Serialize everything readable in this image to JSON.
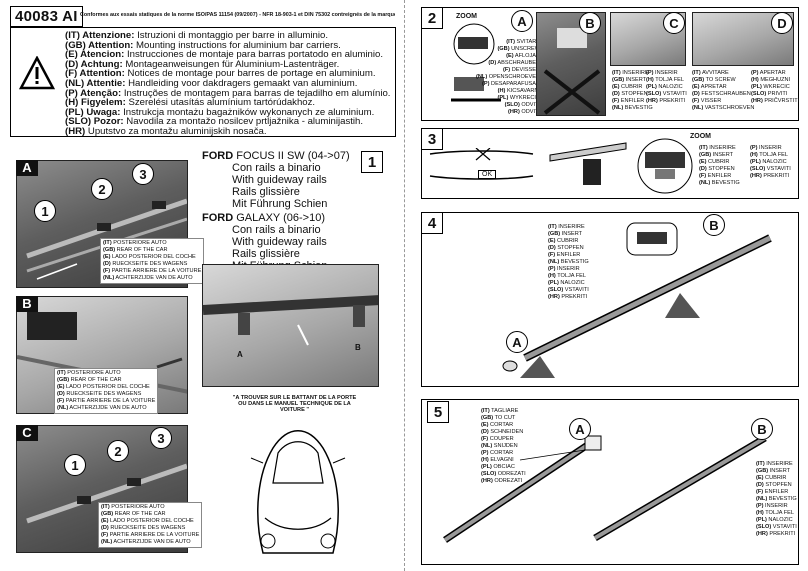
{
  "header": {
    "code": "40083 AI",
    "conformity": "Conformes aux essais statiques de la norme ISO/PAS 11154 (09/2007) - NFR 18-903-1 et DIN 75302 contreignés de la marque \"GS\""
  },
  "attention": [
    {
      "lang": "(IT) Attenzione:",
      "text": "Istruzioni di montaggio per barre in alluminio."
    },
    {
      "lang": "(GB) Attention:",
      "text": "Mounting instructions for aluminium bar carriers."
    },
    {
      "lang": "(E) Atencion:",
      "text": "Instrucciones de montaje para barras portatodo en aluminio."
    },
    {
      "lang": "(D) Achtung:",
      "text": "Montageanweisungen für Aluminium-Lastenträger."
    },
    {
      "lang": "(F) Attention:",
      "text": "Notices de montage pour barres de portage en aluminium."
    },
    {
      "lang": "(NL) Attentie:",
      "text": "Handleiding voor dakdragers gemaakt van aluminium."
    },
    {
      "lang": "(P) Atenção:",
      "text": "Instruções de montagem para barras de tejadilho em alumínio."
    },
    {
      "lang": "(H) Figyelem:",
      "text": "Szerelési utasítás alumínium tartórúdakhoz."
    },
    {
      "lang": "(PL) Uwaga:",
      "text": "Instrukcja montażu bagażników wykonanych ze aluminium."
    },
    {
      "lang": "(SLO) Pozor:",
      "text": "Navodila za montažo nosilcev prtljažnika - aluminijastih."
    },
    {
      "lang": "(HR)",
      "text": "Uputstvo za montažu aluminijskih nosača."
    }
  ],
  "vehicles": {
    "step": "1",
    "car1_brand": "FORD",
    "car1_model": "FOCUS II SW (04->07)",
    "car2_brand": "FORD",
    "car2_model": "GALAXY (06->10)",
    "rails": [
      "Con rails a binario",
      "With guideway rails",
      "Rails glissière",
      "Mit Führung Schien"
    ]
  },
  "rear_legend": [
    {
      "code": "(IT)",
      "text": "POSTERIORE AUTO"
    },
    {
      "code": "(GB)",
      "text": "REAR OF THE CAR"
    },
    {
      "code": "(E)",
      "text": "LADO POSTERIOR DEL COCHE"
    },
    {
      "code": "(D)",
      "text": "RUECKSEITE DES WAGENS"
    },
    {
      "code": "(F)",
      "text": "PARTIE ARRIERE DE LA VOITURE"
    },
    {
      "code": "(NL)",
      "text": "ACHTERZIJDE VAN DE AUTO"
    }
  ],
  "car_note": "\"A TROUVER SUR LE BATTANT DE LA PORTE OU DANS LE MANUEL TECHNIQUE DE LA VOITURE \"",
  "panel_labels": {
    "a": "A",
    "b": "B",
    "c": "C",
    "d": "D"
  },
  "markers": {
    "one": "1",
    "two": "2",
    "three": "3",
    "a": "A",
    "b": "B"
  },
  "step2": {
    "num": "2",
    "zoom": "ZOOM",
    "a_legend": [
      {
        "code": "(IT)",
        "text": "SVITARE"
      },
      {
        "code": "(GB)",
        "text": "UNSCREW"
      },
      {
        "code": "(E)",
        "text": "AFLOJAR"
      },
      {
        "code": "(D)",
        "text": "ABSCHRAUBEN"
      },
      {
        "code": "(F)",
        "text": "DEVISSER"
      },
      {
        "code": "(NL)",
        "text": "OPENSCHROEVEN"
      },
      {
        "code": "(P)",
        "text": "DESAPARAFUSAR"
      },
      {
        "code": "(H)",
        "text": "KICSAVARNI"
      },
      {
        "code": "(PL)",
        "text": "WYKRECIC"
      },
      {
        "code": "(SLO)",
        "text": "ODVITI"
      },
      {
        "code": "(HR)",
        "text": "ODVITI"
      }
    ],
    "c_legend_left": [
      {
        "code": "(IT)",
        "text": "INSERIRE"
      },
      {
        "code": "(GB)",
        "text": "INSERT"
      },
      {
        "code": "(E)",
        "text": "CUBRIR"
      },
      {
        "code": "(D)",
        "text": "STOPFEN"
      },
      {
        "code": "(F)",
        "text": "ENFILER"
      },
      {
        "code": "(NL)",
        "text": "BEVESTIG"
      }
    ],
    "c_legend_right": [
      {
        "code": "(P)",
        "text": "INSERIR"
      },
      {
        "code": "(H)",
        "text": "TOLJA FEL"
      },
      {
        "code": "(PL)",
        "text": "NALOZIC"
      },
      {
        "code": "(SLO)",
        "text": "VSTAVITI"
      },
      {
        "code": "(HR)",
        "text": "PREKRITI"
      }
    ],
    "d_legend_left": [
      {
        "code": "(IT)",
        "text": "AVVITARE"
      },
      {
        "code": "(GB)",
        "text": "TO SCREW"
      },
      {
        "code": "(E)",
        "text": "APRETAR"
      },
      {
        "code": "(D)",
        "text": "FESTSCHRAUBEN"
      },
      {
        "code": "(F)",
        "text": "VISSER"
      },
      {
        "code": "(NL)",
        "text": "VASTSCHROEVEN"
      }
    ],
    "d_legend_right": [
      {
        "code": "(P)",
        "text": "APERTAR"
      },
      {
        "code": "(H)",
        "text": "MEGHUZNI"
      },
      {
        "code": "(PL)",
        "text": "WKRECIC"
      },
      {
        "code": "(SLO)",
        "text": "PRIVITI"
      },
      {
        "code": "(HR)",
        "text": "PRIČVRSTITI"
      }
    ]
  },
  "step3": {
    "num": "3",
    "zoom": "ZOOM",
    "ok": "OK",
    "legend_left": [
      {
        "code": "(IT)",
        "text": "INSERIRE"
      },
      {
        "code": "(GB)",
        "text": "INSERT"
      },
      {
        "code": "(E)",
        "text": "CUBRIR"
      },
      {
        "code": "(D)",
        "text": "STOPFEN"
      },
      {
        "code": "(F)",
        "text": "ENFILER"
      },
      {
        "code": "(NL)",
        "text": "BEVESTIG"
      }
    ],
    "legend_right": [
      {
        "code": "(P)",
        "text": "INSERIR"
      },
      {
        "code": "(H)",
        "text": "TOLJA FEL"
      },
      {
        "code": "(PL)",
        "text": "NALOZIC"
      },
      {
        "code": "(SLO)",
        "text": "VSTAVITI"
      },
      {
        "code": "(HR)",
        "text": "PREKRITI"
      }
    ]
  },
  "step4": {
    "num": "4",
    "legend": [
      {
        "code": "(IT)",
        "text": "INSERIRE"
      },
      {
        "code": "(GB)",
        "text": "INSERT"
      },
      {
        "code": "(E)",
        "text": "CUBRIR"
      },
      {
        "code": "(D)",
        "text": "STOPFEN"
      },
      {
        "code": "(F)",
        "text": "ENFILER"
      },
      {
        "code": "(NL)",
        "text": "BEVESTIG"
      },
      {
        "code": "(P)",
        "text": "INSERIR"
      },
      {
        "code": "(H)",
        "text": "TOLJA FEL"
      },
      {
        "code": "(PL)",
        "text": "NALOZIC"
      },
      {
        "code": "(SLO)",
        "text": "VSTAVITI"
      },
      {
        "code": "(HR)",
        "text": "PREKRITI"
      }
    ]
  },
  "step5": {
    "num": "5",
    "cut_legend": [
      {
        "code": "(IT)",
        "text": "TAGLIARE"
      },
      {
        "code": "(GB)",
        "text": "TO CUT"
      },
      {
        "code": "(E)",
        "text": "CORTAR"
      },
      {
        "code": "(D)",
        "text": "SCHNEIDEN"
      },
      {
        "code": "(F)",
        "text": "COUPER"
      },
      {
        "code": "(NL)",
        "text": "SNIJDEN"
      },
      {
        "code": "(P)",
        "text": "CORTAR"
      },
      {
        "code": "(H)",
        "text": "ELVAGNI"
      },
      {
        "code": "(PL)",
        "text": "OBCIAC"
      },
      {
        "code": "(SLO)",
        "text": "ODREZATI"
      },
      {
        "code": "(HR)",
        "text": "ODREZATI"
      }
    ],
    "insert_legend": [
      {
        "code": "(IT)",
        "text": "INSERIRE"
      },
      {
        "code": "(GB)",
        "text": "INSERT"
      },
      {
        "code": "(E)",
        "text": "CUBRIR"
      },
      {
        "code": "(D)",
        "text": "STOPFEN"
      },
      {
        "code": "(F)",
        "text": "ENFILER"
      },
      {
        "code": "(NL)",
        "text": "BEVESTIG"
      },
      {
        "code": "(P)",
        "text": "INSERIR"
      },
      {
        "code": "(H)",
        "text": "TOLJA FEL"
      },
      {
        "code": "(PL)",
        "text": "NALOZIC"
      },
      {
        "code": "(SLO)",
        "text": "VSTAVITI"
      },
      {
        "code": "(HR)",
        "text": "PREKRITI"
      }
    ]
  }
}
